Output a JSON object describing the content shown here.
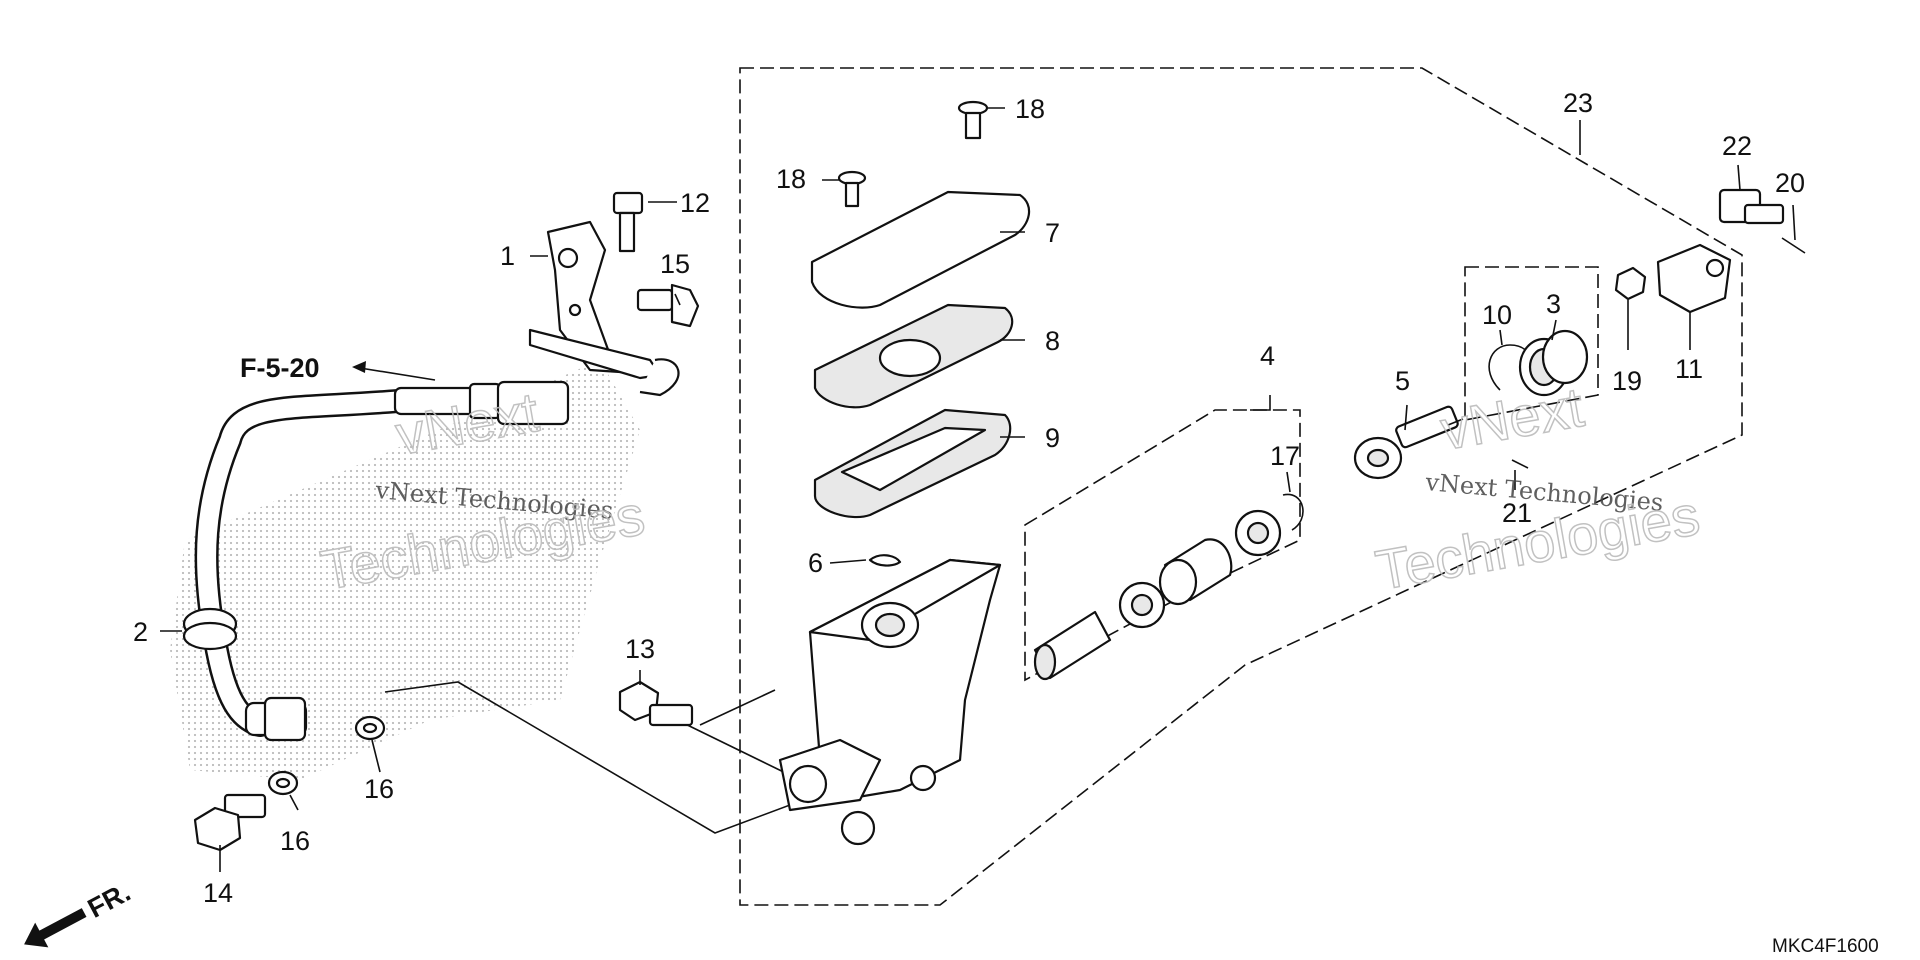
{
  "callouts": [
    {
      "id": "c1",
      "text": "1"
    },
    {
      "id": "c2",
      "text": "2"
    },
    {
      "id": "c3",
      "text": "3"
    },
    {
      "id": "c4",
      "text": "4"
    },
    {
      "id": "c5",
      "text": "5"
    },
    {
      "id": "c6",
      "text": "6"
    },
    {
      "id": "c7",
      "text": "7"
    },
    {
      "id": "c8",
      "text": "8"
    },
    {
      "id": "c9",
      "text": "9"
    },
    {
      "id": "c10",
      "text": "10"
    },
    {
      "id": "c11",
      "text": "11"
    },
    {
      "id": "c12",
      "text": "12"
    },
    {
      "id": "c13",
      "text": "13"
    },
    {
      "id": "c14",
      "text": "14"
    },
    {
      "id": "c15",
      "text": "15"
    },
    {
      "id": "c16a",
      "text": "16"
    },
    {
      "id": "c16b",
      "text": "16"
    },
    {
      "id": "c17",
      "text": "17"
    },
    {
      "id": "c18a",
      "text": "18"
    },
    {
      "id": "c18b",
      "text": "18"
    },
    {
      "id": "c19",
      "text": "19"
    },
    {
      "id": "c20",
      "text": "20"
    },
    {
      "id": "c21",
      "text": "21"
    },
    {
      "id": "c22",
      "text": "22"
    },
    {
      "id": "c23",
      "text": "23"
    }
  ],
  "reference": "F-5-20",
  "direction": "FR.",
  "diagram_code": "MKC4F1600",
  "watermark": {
    "script": "vNext Technologies",
    "outline_top": "vNext",
    "outline_bottom": "Technologies"
  }
}
